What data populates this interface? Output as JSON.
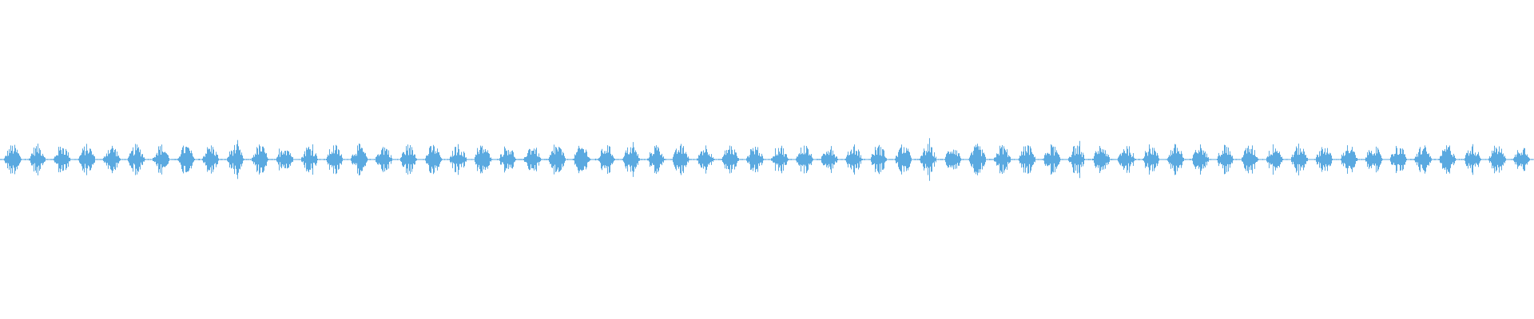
{
  "waveform": {
    "color": "#5aa9e0",
    "background": "#ffffff",
    "sample_count": 1920,
    "peak_amplitude": 0.05,
    "burst_count": 62
  }
}
